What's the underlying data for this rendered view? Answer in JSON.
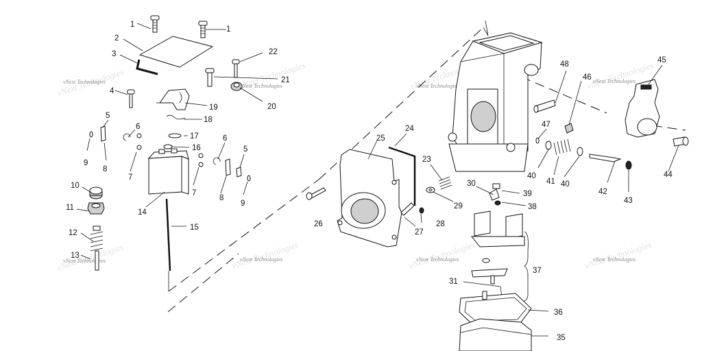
{
  "diagram": {
    "watermark": "vNext Technologies",
    "callouts": {
      "c1": "1",
      "c2": "2",
      "c3": "3",
      "c4": "4",
      "c5": "5",
      "c6": "6",
      "c7": "7",
      "c8": "8",
      "c9": "9",
      "c10": "10",
      "c11": "11",
      "c12": "12",
      "c13": "13",
      "c14": "14",
      "c15": "15",
      "c16": "16",
      "c17": "17",
      "c18": "18",
      "c19": "19",
      "c20": "20",
      "c21": "21",
      "c22": "22",
      "c23": "23",
      "c24": "24",
      "c25": "25",
      "c26": "26",
      "c27": "27",
      "c28": "28",
      "c29": "29",
      "c30": "30",
      "c31": "31",
      "c35": "35",
      "c36": "36",
      "c37": "37",
      "c38": "38",
      "c39": "39",
      "c40": "40",
      "c41": "41",
      "c42": "42",
      "c43": "43",
      "c44": "44",
      "c45": "45",
      "c46": "46",
      "c47": "47",
      "c48": "48"
    }
  }
}
